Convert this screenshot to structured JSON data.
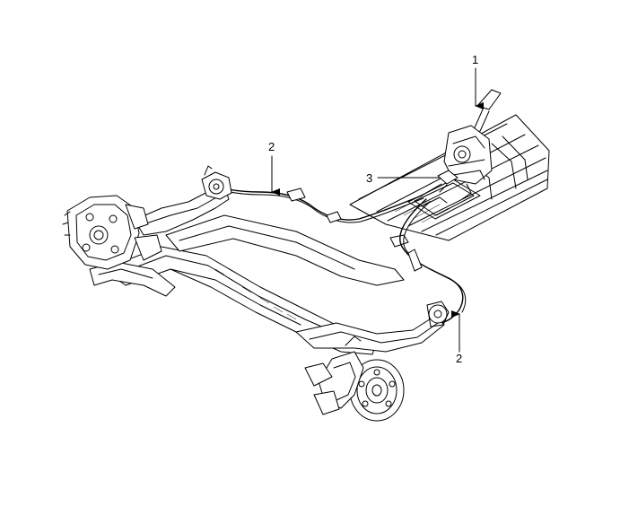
{
  "callouts": [
    {
      "id": "1",
      "label": "1"
    },
    {
      "id": "2a",
      "label": "2"
    },
    {
      "id": "3",
      "label": "3"
    },
    {
      "id": "2b",
      "label": "2"
    }
  ]
}
